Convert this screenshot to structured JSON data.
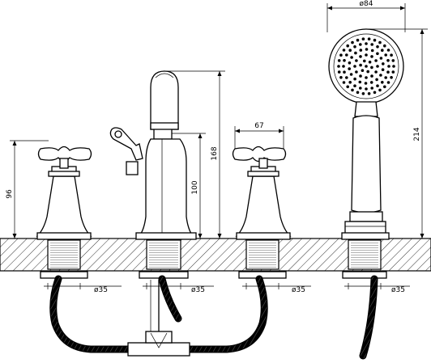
{
  "drawing": {
    "dimensions": {
      "left_handle_height": "96",
      "spout_height": "168",
      "spout_outlet_height": "100",
      "handle_width": "67",
      "showerhead_diameter": "ø84",
      "handshower_length": "214",
      "hole_1": "ø35",
      "hole_2": "ø35",
      "hole_3": "ø35",
      "hole_4": "ø35"
    },
    "colors": {
      "line": "#000000",
      "hose_braid": "#9a9a9a",
      "background": "#ffffff"
    }
  }
}
